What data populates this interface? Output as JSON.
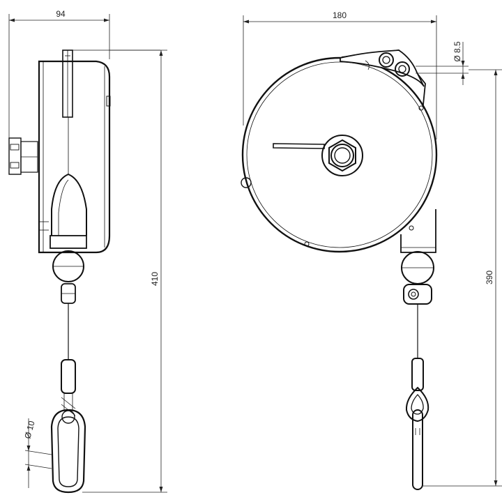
{
  "dimensions": {
    "side_width": "94",
    "front_width": "180",
    "total_height": "410",
    "hook_height": "390",
    "cable_diameter": "Ø 8.5",
    "eye_diameter": "Ø 10"
  }
}
